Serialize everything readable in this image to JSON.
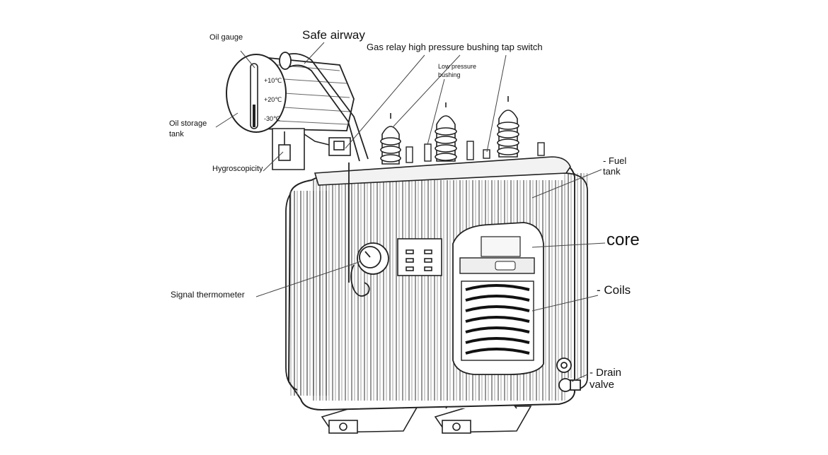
{
  "labels": {
    "oil_gauge": "Oil gauge",
    "safe_airway": "Safe airway",
    "gas_relay": "Gas relay high pressure bushing tap switch",
    "low_pressure_bushing_1": "Low pressure",
    "low_pressure_bushing_2": "bushing",
    "oil_storage_tank_1": "Oil storage",
    "oil_storage_tank_2": "tank",
    "hygroscopicity": "Hygroscopicity",
    "fuel_tank_1": "- Fuel",
    "fuel_tank_2": "tank",
    "core": "core",
    "coils": "- Coils",
    "signal_thermometer": "Signal thermometer",
    "drain_valve_1": "- Drain",
    "drain_valve_2": "valve"
  },
  "gauge_marks": {
    "top": "+10℃",
    "mid": "+20℃",
    "bottom": "-30℃"
  },
  "colors": {
    "ink": "#1a1a1a",
    "line": "#444444"
  }
}
